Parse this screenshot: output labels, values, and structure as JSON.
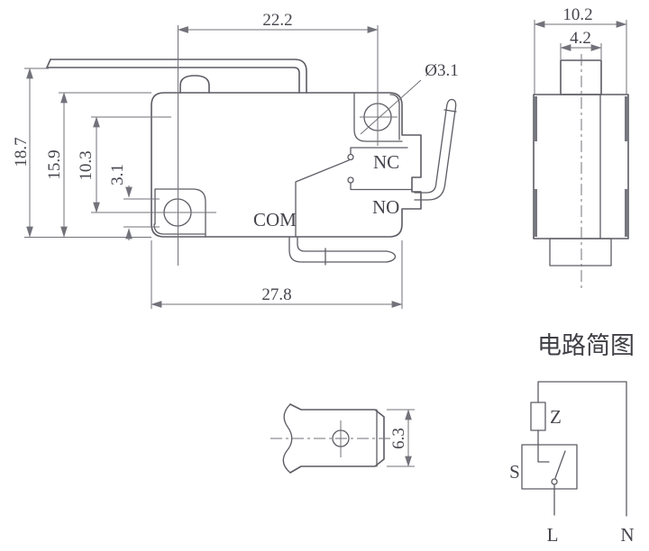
{
  "colors": {
    "background": "#ffffff",
    "outline": "#5c5c64",
    "dimension": "#72727a",
    "text": "#45454d"
  },
  "main_view": {
    "dims": {
      "lever_span": "22.2",
      "hole_dia_label": "Ø3.1",
      "height_total": "18.7",
      "height_body": "15.9",
      "hole_offset_v": "10.3",
      "hole_dia": "3.1",
      "width_body": "27.8"
    },
    "terminals": {
      "nc": "NC",
      "no": "NO",
      "com": "COM"
    }
  },
  "side_view": {
    "dims": {
      "width_body": "10.2",
      "width_button": "4.2"
    }
  },
  "terminal_view": {
    "dims": {
      "tab_width": "6.3"
    }
  },
  "circuit": {
    "title": "电路简图",
    "labels": {
      "z": "Z",
      "s": "S",
      "l": "L",
      "n": "N"
    }
  }
}
